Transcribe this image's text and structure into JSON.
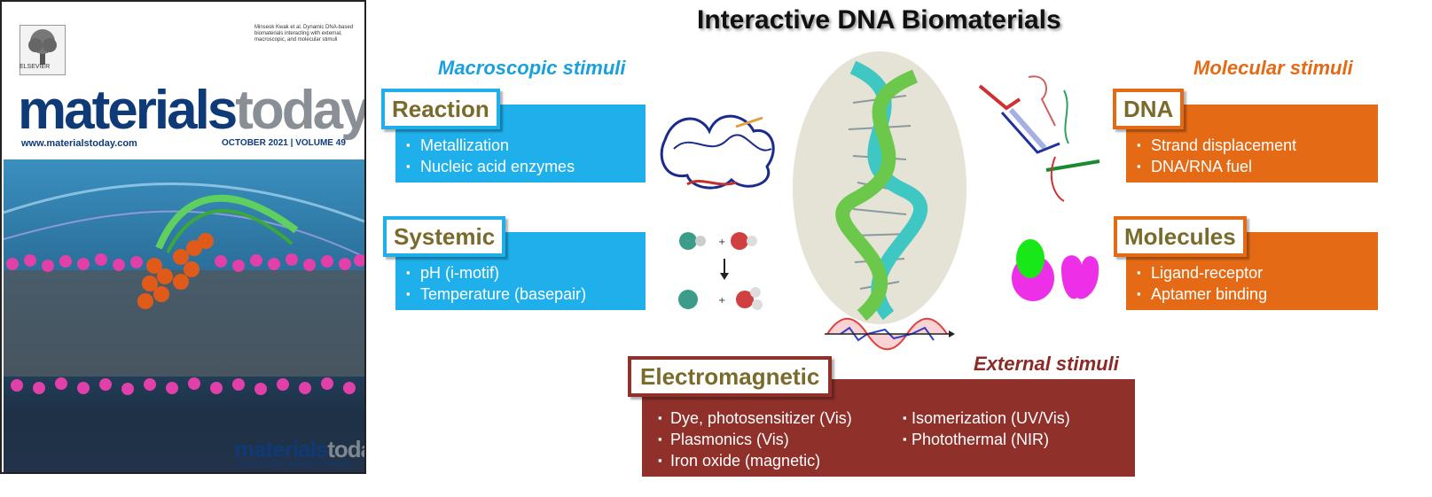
{
  "cover": {
    "publisher": "ELSEVIER",
    "citation": "Minseok Kwak et al. Dynamic DNA-based biomaterials interacting with external, macroscopic, and molecular stimuli",
    "brand_main": "materials",
    "brand_accent": "today",
    "url": "www.materialstoday.com",
    "issue": "OCTOBER 2021 | VOLUME 49",
    "footer_main": "materials",
    "footer_accent": "today",
    "tagline": "Connecting the materials community"
  },
  "diagram": {
    "title": "Interactive DNA Biomaterials",
    "macroscopic": {
      "heading": "Macroscopic stimuli",
      "reaction": {
        "label": "Reaction",
        "items": [
          "Metallization",
          "Nucleic acid enzymes"
        ]
      },
      "systemic": {
        "label": "Systemic",
        "items": [
          "pH (i-motif)",
          "Temperature (basepair)"
        ]
      }
    },
    "molecular": {
      "heading": "Molecular stimuli",
      "dna": {
        "label": "DNA",
        "items": [
          "Strand displacement",
          "DNA/RNA fuel"
        ]
      },
      "molecules": {
        "label": "Molecules",
        "items": [
          "Ligand-receptor",
          "Aptamer binding"
        ]
      }
    },
    "external": {
      "heading": "External stimuli",
      "label": "Electromagnetic",
      "left_items": [
        "Dye, photosensitizer (Vis)",
        "Plasmonics (Vis)",
        "Iron oxide (magnetic)"
      ],
      "right_items": [
        "Isomerization (UV/Vis)",
        "Photothermal (NIR)"
      ]
    }
  },
  "colors": {
    "macroscopic": "#1fb0ec",
    "molecular": "#e46a16",
    "external": "#8f302a",
    "tag_text": "#7a6a2b"
  }
}
